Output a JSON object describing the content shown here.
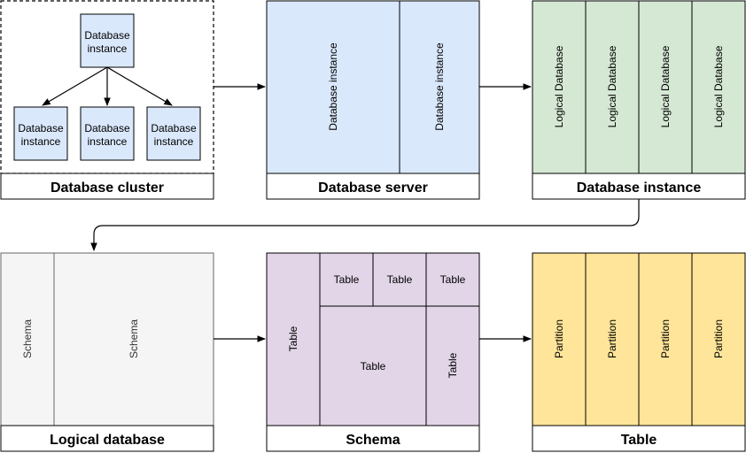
{
  "colors": {
    "blue_fill": "#dae8fc",
    "green_fill": "#d5e8d4",
    "gray_fill": "#f5f5f5",
    "purple_fill": "#e1d5e7",
    "yellow_fill": "#ffe599",
    "stroke": "#000000"
  },
  "cluster": {
    "caption": "Database cluster",
    "top_node": "Database instance",
    "children": [
      "Database instance",
      "Database instance",
      "Database instance"
    ]
  },
  "server": {
    "caption": "Database server",
    "slots": [
      "Database instance",
      "Database instance"
    ]
  },
  "instance": {
    "caption": "Database instance",
    "slots": [
      "Logical Database",
      "Logical Database",
      "Logical Database",
      "Logical Database"
    ]
  },
  "logical_db": {
    "caption": "Logical database",
    "slots": [
      "Schema",
      "Schema"
    ]
  },
  "schema": {
    "caption": "Schema",
    "tables": [
      "Table",
      "Table",
      "Table",
      "Table",
      "Table",
      "Table"
    ]
  },
  "table": {
    "caption": "Table",
    "slots": [
      "Partition",
      "Partition",
      "Partition",
      "Partition"
    ]
  }
}
